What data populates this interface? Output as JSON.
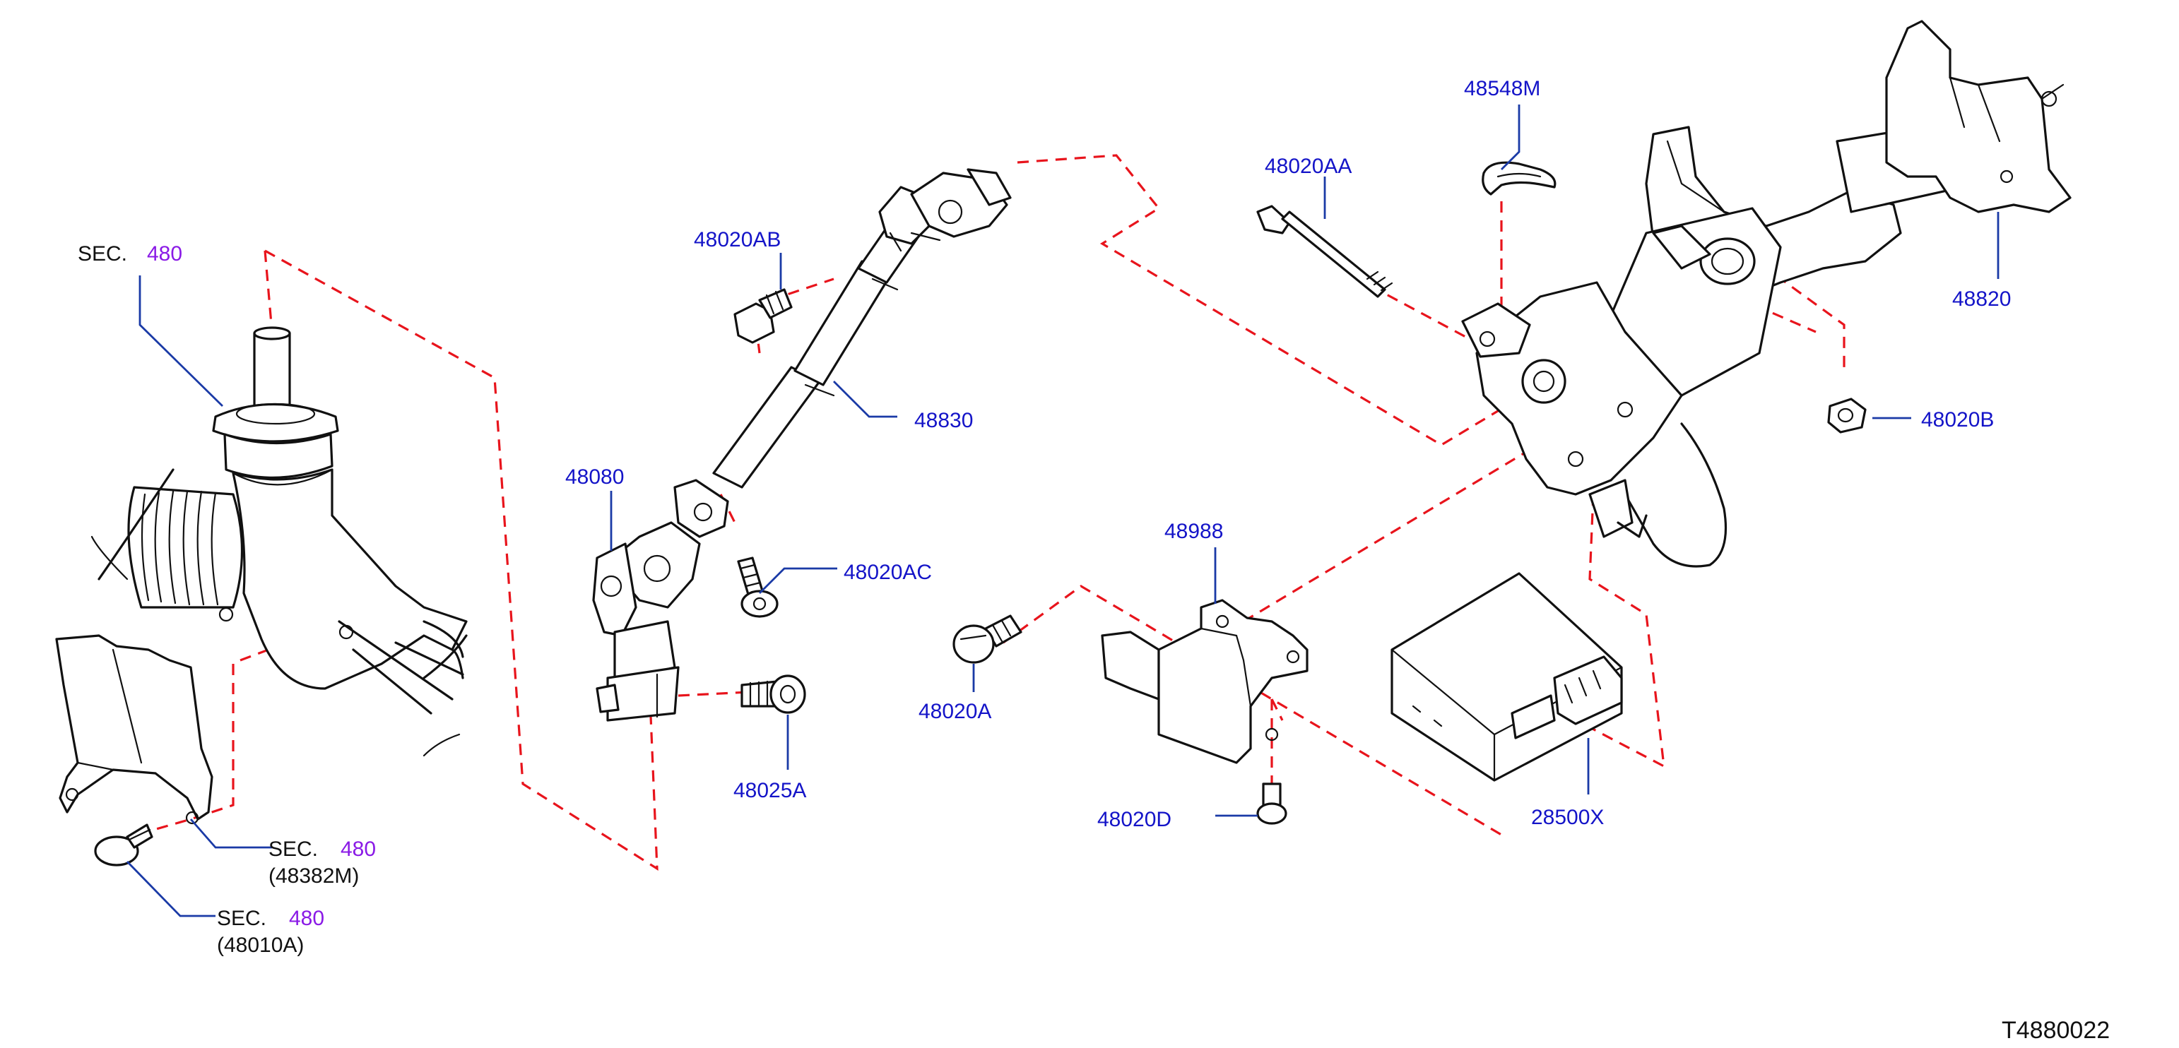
{
  "parts": {
    "p48548M": "48548M",
    "p48020AA": "48020AA",
    "p48020AB": "48020AB",
    "p48820": "48820",
    "p48830": "48830",
    "p48080": "48080",
    "p48020B": "48020B",
    "p48020AC": "48020AC",
    "p48988": "48988",
    "p48020A": "48020A",
    "p48025A": "48025A",
    "p48020D": "48020D",
    "p28500X": "28500X"
  },
  "sections": {
    "sec_prefix": "SEC.",
    "sec_number": "480",
    "sub_48382M": "(48382M)",
    "sub_48010A": "(48010A)"
  },
  "diagram_id": "T4880022",
  "colors": {
    "part_number": "#1414c8",
    "section_number": "#8a1ae6",
    "leader": "#1a3aa6",
    "dashed_link": "#e8141c",
    "outline": "#111111"
  }
}
